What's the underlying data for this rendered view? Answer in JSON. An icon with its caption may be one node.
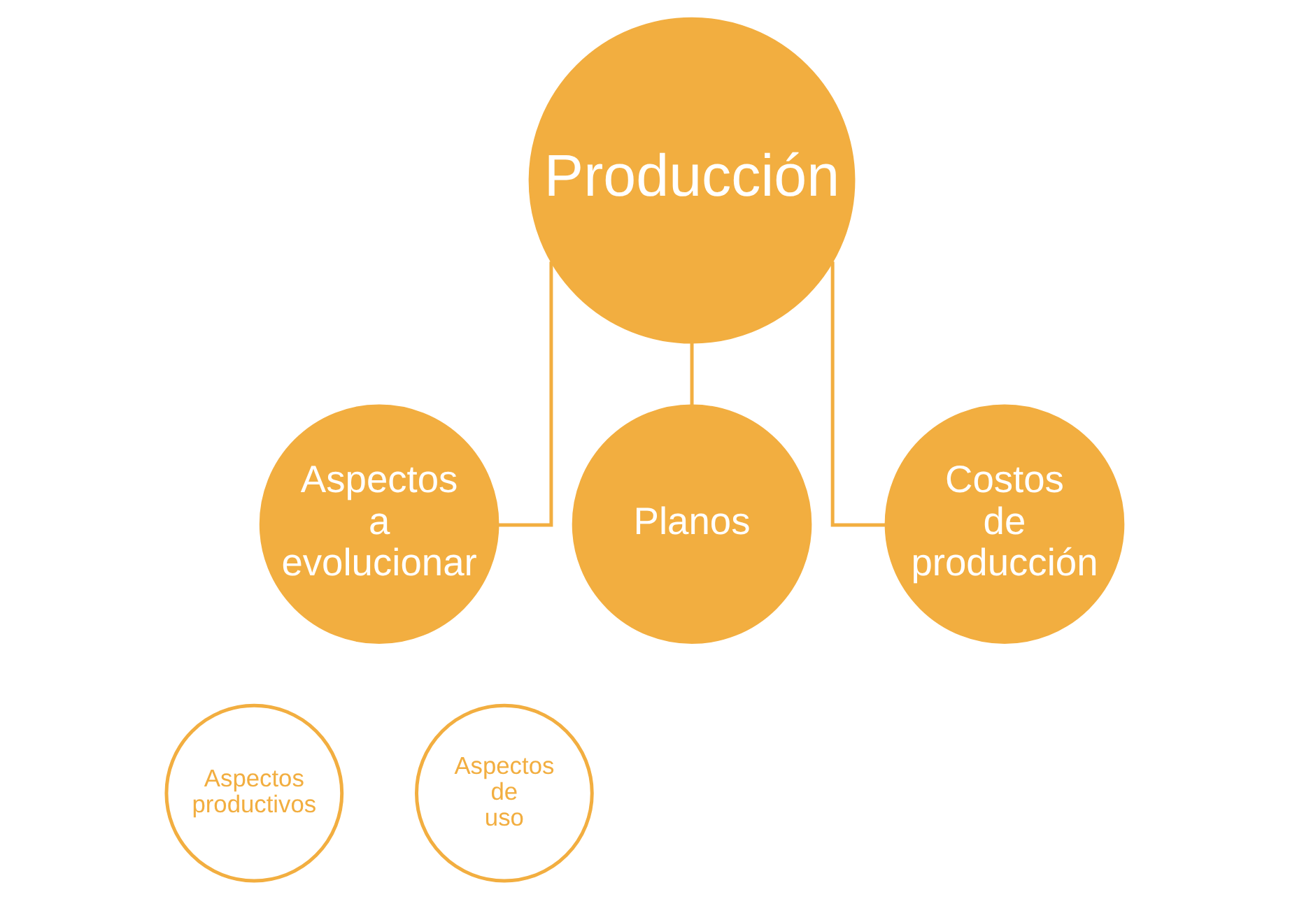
{
  "diagram": {
    "nodes": [
      {
        "text": [
          "Producción"
        ]
      },
      {
        "text": [
          "Aspectos a evolucionar"
        ]
      },
      {
        "text": [
          "Planos"
        ]
      },
      {
        "text": [
          "Costos de producción"
        ]
      },
      {
        "text": [
          "Aspectos productivos"
        ]
      },
      {
        "text": [
          "Aspectos de uso"
        ]
      }
    ],
    "edges": [
      {
        "from": 0,
        "to": 1,
        "arrow": "none"
      },
      {
        "from": 0,
        "to": 2,
        "arrow": "none"
      },
      {
        "from": 0,
        "to": 3,
        "arrow": "none"
      }
    ]
  }
}
